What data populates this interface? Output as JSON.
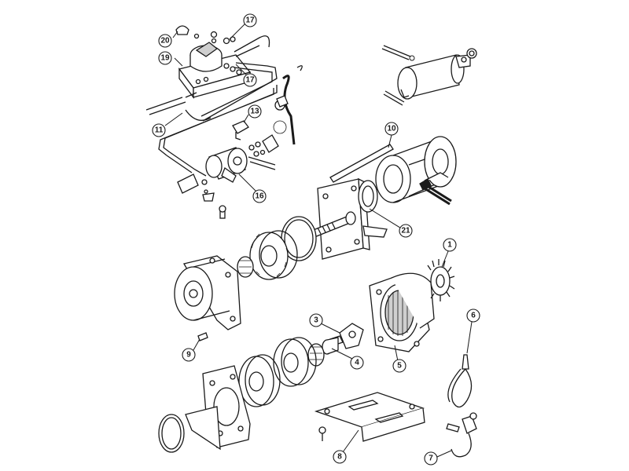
{
  "diagram": {
    "callouts": [
      {
        "id": "20",
        "label": "20"
      },
      {
        "id": "17a",
        "label": "17"
      },
      {
        "id": "19",
        "label": "19"
      },
      {
        "id": "17b",
        "label": "17"
      },
      {
        "id": "11",
        "label": "11"
      },
      {
        "id": "13",
        "label": "13"
      },
      {
        "id": "16",
        "label": "16"
      },
      {
        "id": "10",
        "label": "10"
      },
      {
        "id": "21",
        "label": "21"
      },
      {
        "id": "1",
        "label": "1"
      },
      {
        "id": "9",
        "label": "9"
      },
      {
        "id": "3",
        "label": "3"
      },
      {
        "id": "4",
        "label": "4"
      },
      {
        "id": "5",
        "label": "5"
      },
      {
        "id": "6",
        "label": "6"
      },
      {
        "id": "8",
        "label": "8"
      },
      {
        "id": "7",
        "label": "7"
      }
    ]
  }
}
